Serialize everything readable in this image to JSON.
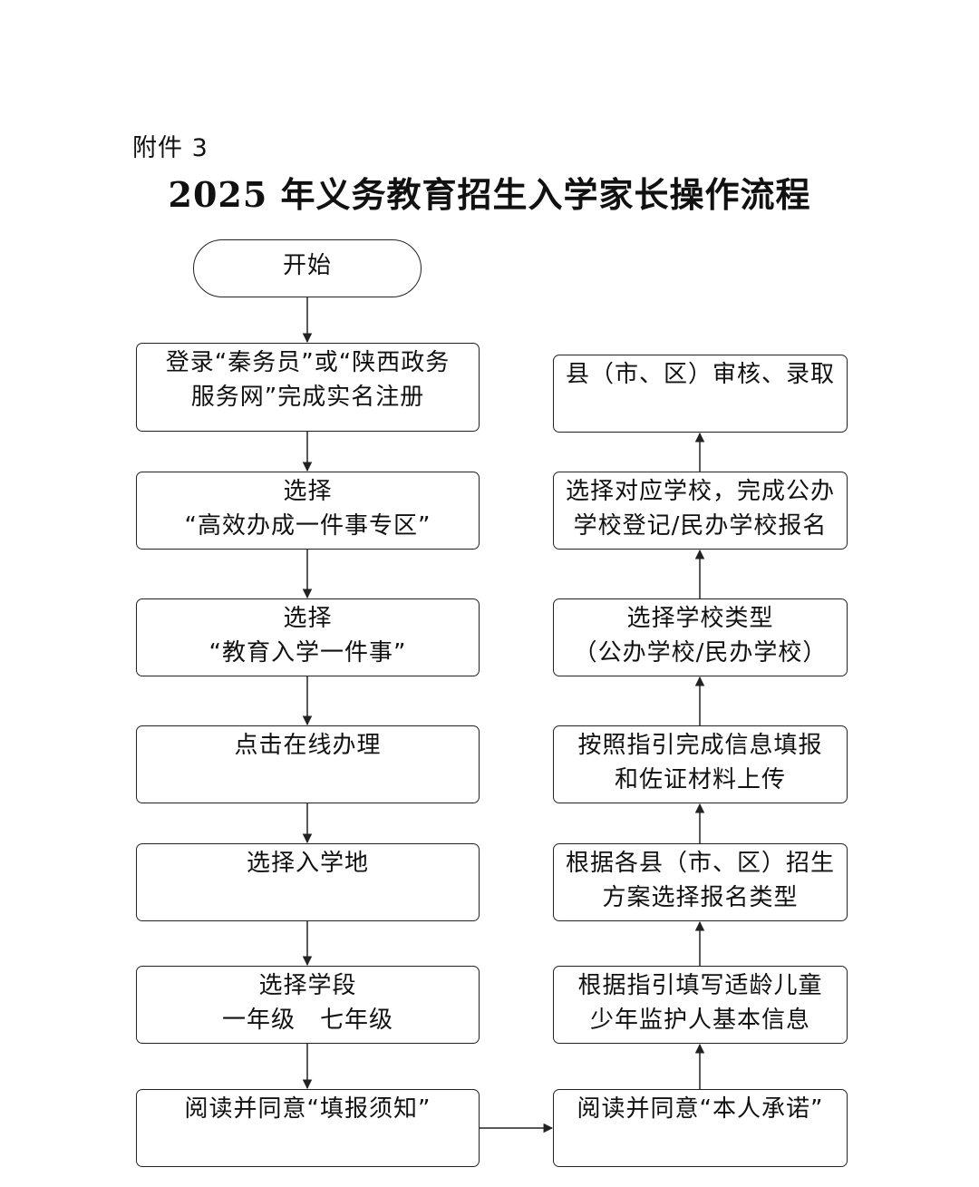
{
  "header": {
    "attachment_label": "附件 3",
    "title": "2025 年义务教育招生入学家长操作流程"
  },
  "flow": {
    "start": "开始",
    "left": [
      [
        "登录“秦务员”或“陕西政务",
        "服务网”完成实名注册"
      ],
      [
        "选择",
        "“高效办成一件事专区”"
      ],
      [
        "选择",
        "“教育入学一件事”"
      ],
      [
        "点击在线办理"
      ],
      [
        "选择入学地"
      ],
      [
        "选择学段",
        "一年级　七年级"
      ],
      [
        "阅读并同意“填报须知”"
      ]
    ],
    "right": [
      [
        "县（市、区）审核、录取"
      ],
      [
        "选择对应学校，完成公办",
        "学校登记/民办学校报名"
      ],
      [
        "选择学校类型",
        "（公办学校/民办学校）"
      ],
      [
        "按照指引完成信息填报",
        "和佐证材料上传"
      ],
      [
        "根据各县（市、区）招生",
        "方案选择报名类型"
      ],
      [
        "根据指引填写适龄儿童",
        "少年监护人基本信息"
      ],
      [
        "阅读并同意“本人承诺”"
      ]
    ]
  }
}
